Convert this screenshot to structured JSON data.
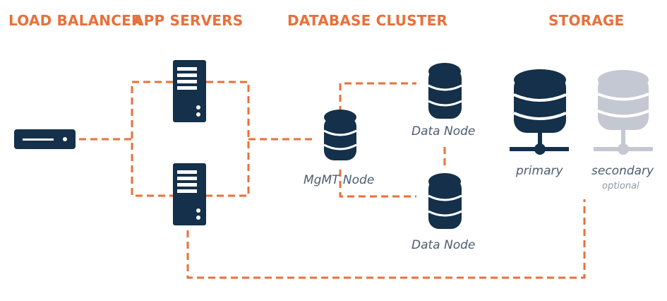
{
  "headings": {
    "load_balancer": "LOAD BALANCER",
    "app_servers": "APP SERVERS",
    "database_cluster": "DATABASE CLUSTER",
    "storage": "STORAGE"
  },
  "labels": {
    "mgmt_node": "MgMT Node",
    "data_node_top": "Data Node",
    "data_node_bottom": "Data Node",
    "primary": "primary",
    "secondary": "secondary",
    "optional": "optional"
  },
  "colors": {
    "accent": "#E8703A",
    "icon_dark": "#14304A",
    "icon_muted": "#C4C8D2",
    "label_text": "#4A5D70",
    "sublabel_text": "#8E96A4",
    "background": "#FFFFFF"
  },
  "icons": {
    "load_balancer": "load-balancer-icon",
    "app_server": "server-tower-icon",
    "database": "database-icon",
    "storage": "storage-network-icon"
  }
}
